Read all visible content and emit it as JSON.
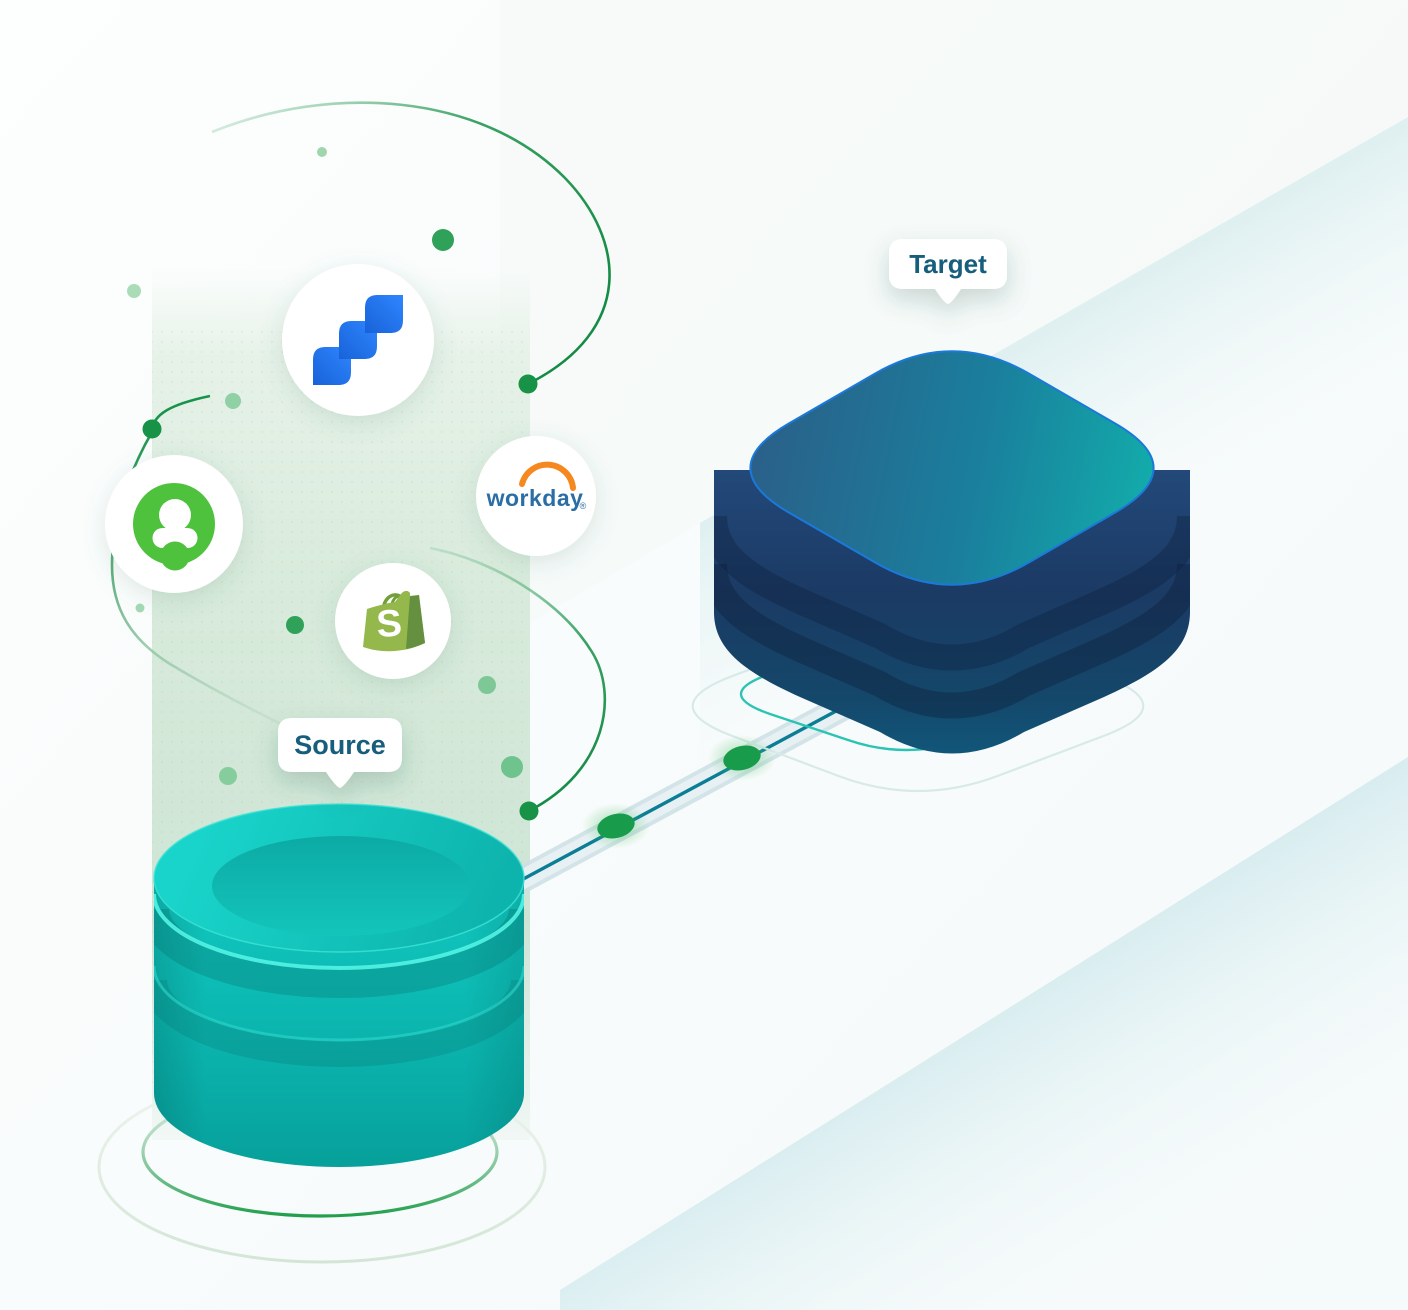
{
  "illustration": {
    "source": {
      "label": "Source"
    },
    "target": {
      "label": "Target"
    },
    "integration_icons": [
      {
        "id": "jira-icon",
        "product": "Jira"
      },
      {
        "id": "servicenow-icon",
        "product": "ServiceNow"
      },
      {
        "id": "workday-icon",
        "product": "Workday",
        "wordmark": "workday",
        "registered_mark": "®"
      },
      {
        "id": "shopify-icon",
        "product": "Shopify",
        "monogram": "S"
      }
    ],
    "colors": {
      "source_cylinder_teal": "#0fc4bc",
      "target_cube_top_teal": "#17809c",
      "target_cube_body_navy": "#1b3a64",
      "connector_teal": "#0b7e96",
      "accent_green": "#17944a",
      "outline_teal": "#2bc3b3",
      "label_text": "#175d7c",
      "workday_orange": "#f5891f",
      "workday_blue": "#2b6da5",
      "shopify_green": "#94b84c",
      "servicenow_green": "#4ec23d",
      "jira_blue": "#2f86ff"
    }
  }
}
